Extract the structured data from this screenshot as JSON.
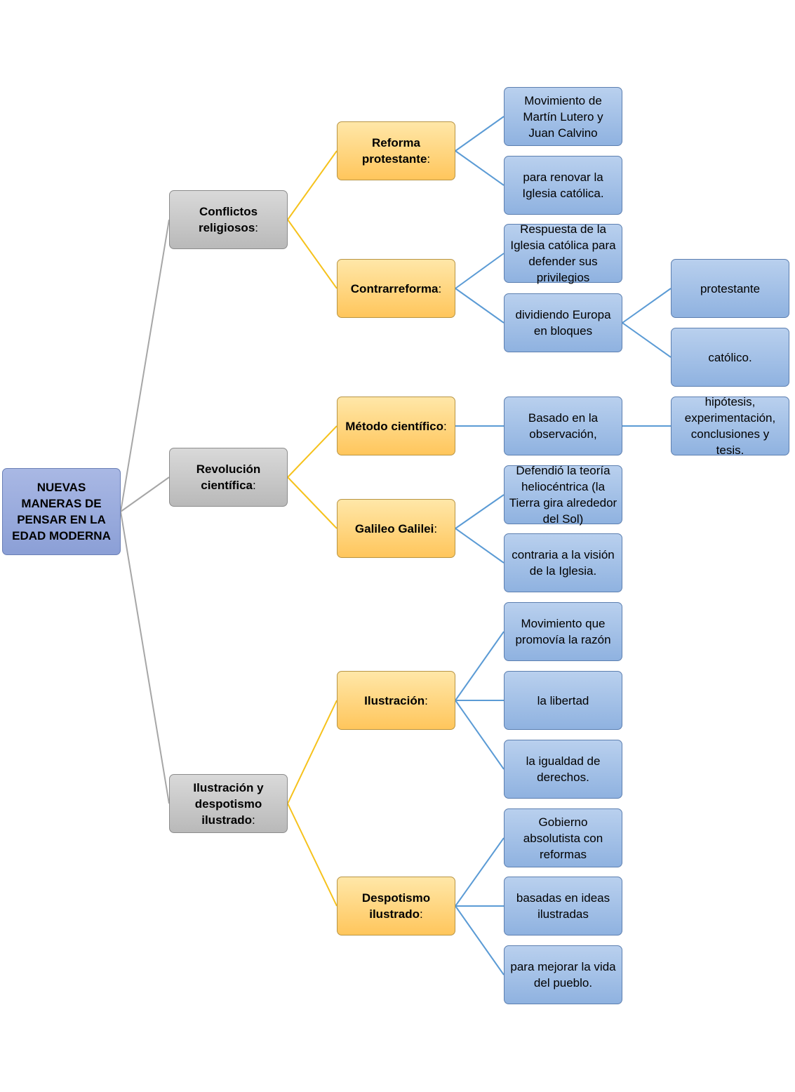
{
  "root": {
    "line1": "NUEVAS",
    "line2": "MANERAS DE",
    "line3": "PENSAR EN LA",
    "line4": "EDAD MODERNA"
  },
  "conflictos": {
    "title": "Conflictos religiosos",
    "suffix": ":"
  },
  "revolucion": {
    "title": "Revolución científica",
    "suffix": ":"
  },
  "ilustracion_despotismo": {
    "title": "Ilustración y despotismo ilustrado",
    "suffix": ":"
  },
  "reforma": {
    "title": "Reforma protestante",
    "suffix": ":"
  },
  "contrarreforma": {
    "title": "Contrarreforma",
    "suffix": ":"
  },
  "metodo": {
    "title": "Método científico",
    "suffix": ":"
  },
  "galileo": {
    "title": "Galileo Galilei",
    "suffix": ":"
  },
  "ilustracion": {
    "title": "Ilustración",
    "suffix": ":"
  },
  "despotismo": {
    "title": "Despotismo ilustrado",
    "suffix": ":"
  },
  "leaves": {
    "reforma_1": "Movimiento de Martín Lutero y Juan Calvino",
    "reforma_2": "para renovar la Iglesia católica.",
    "contra_1": "Respuesta de la Iglesia católica para defender sus privilegios",
    "contra_2": "dividiendo Europa en bloques",
    "bloque_1": "protestante",
    "bloque_2": "católico.",
    "metodo_1": "Basado en la observación,",
    "metodo_2": "hipótesis, experimentación, conclusiones y tesis.",
    "galileo_1": "Defendió la teoría heliocéntrica (la Tierra gira alrededor del Sol)",
    "galileo_2": "contraria a la visión de la Iglesia.",
    "ilus_1": "Movimiento que promovía la razón",
    "ilus_2": "la libertad",
    "ilus_3": "la igualdad de derechos.",
    "desp_1": "Gobierno absolutista con reformas",
    "desp_2": "basadas en ideas ilustradas",
    "desp_3": "para mejorar la vida del pueblo."
  },
  "colors": {
    "root": "#8b9fd6",
    "level1": "#bfbfbf",
    "level2": "#ffc65c",
    "level3": "#8fb2e0",
    "edge_gray": "#a6a6a6",
    "edge_gold": "#f6c21c",
    "edge_blue": "#5b9bd5"
  }
}
